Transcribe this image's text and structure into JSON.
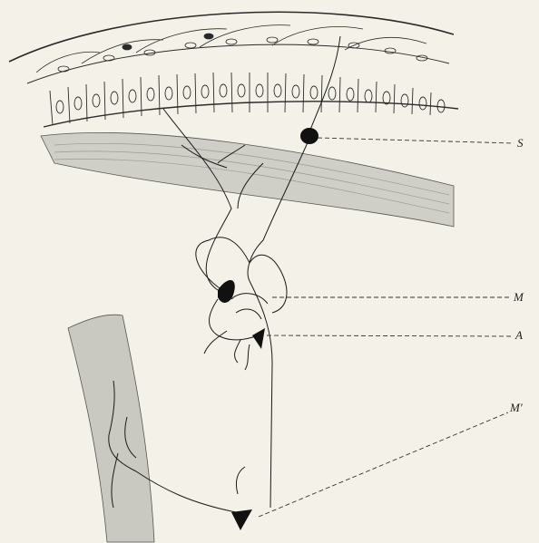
{
  "labels": {
    "s": "S",
    "m": "M",
    "a": "A",
    "m_prime": "M′"
  },
  "colors": {
    "ink": "#1a1a1a",
    "paper": "#f4f2e8",
    "muscle": "#cfcfc8",
    "vessel": "#c9c9c2"
  }
}
